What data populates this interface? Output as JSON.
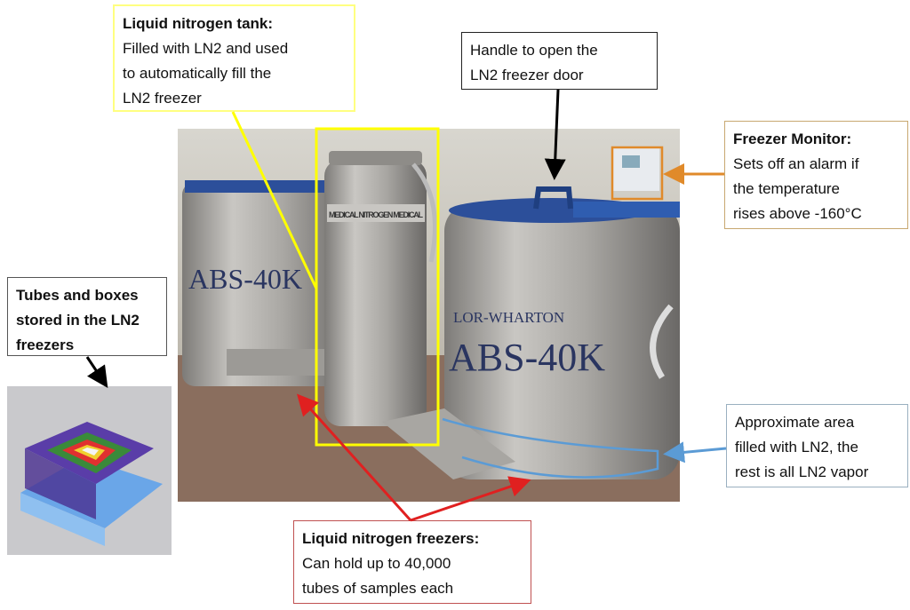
{
  "callouts": {
    "tank": {
      "title": "Liquid nitrogen tank:",
      "lines": [
        "Filled with LN2 and used",
        "to automatically fill the",
        "LN2 freezer"
      ],
      "color": "#ffff66"
    },
    "handle": {
      "lines": [
        "Handle to open the",
        "LN2 freezer door"
      ],
      "color": "#222222"
    },
    "monitor": {
      "title": "Freezer Monitor:",
      "lines": [
        "Sets off an alarm if",
        "the temperature",
        "rises above -160°C"
      ],
      "color": "#e08a2a"
    },
    "tubes": {
      "title_lines": [
        "Tubes and boxes",
        "stored in the LN2",
        "freezers"
      ],
      "color": "#111111"
    },
    "area": {
      "lines": [
        "Approximate area",
        "filled with LN2, the",
        "rest is all LN2 vapor"
      ],
      "color": "#5b9bd5"
    },
    "freezers": {
      "title": "Liquid nitrogen freezers:",
      "lines": [
        "Can hold up to 40,000",
        "tubes of samples each"
      ],
      "color": "#e02020"
    }
  },
  "photo": {
    "freezer_model": "ABS-40K",
    "freezer_model_left": "ABS-40K",
    "brand": "LOR-WHARTON",
    "tank_label": "MEDICAL NITROGEN MEDICAL"
  }
}
